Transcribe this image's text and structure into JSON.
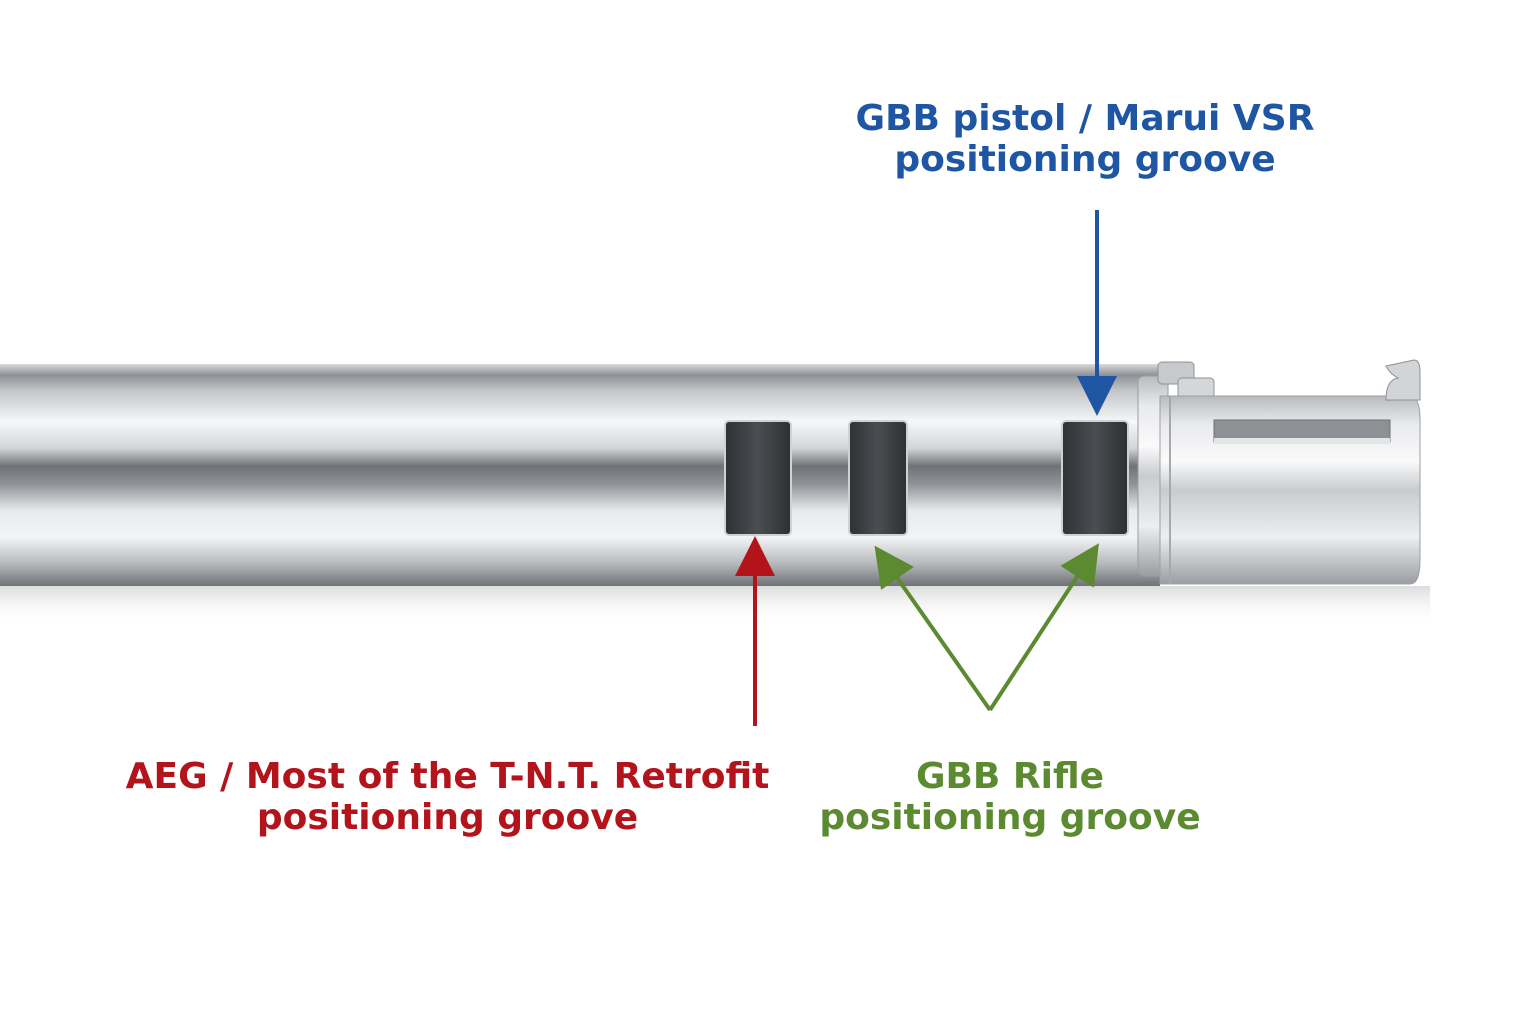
{
  "colors": {
    "blue": "#1f56a3",
    "red": "#b3141c",
    "green": "#5b8a31",
    "groove": "#3c3f42",
    "steel_light": "#f4f5f6",
    "steel_dark": "#7d8085"
  },
  "labels": {
    "gbb_pistol": {
      "line1": "GBB pistol / Marui VSR",
      "line2": "positioning groove"
    },
    "aeg": {
      "line1": "AEG / Most of the T-N.T. Retrofit",
      "line2": "positioning groove"
    },
    "gbb_rifle": {
      "line1": "GBB Rifle",
      "line2": "positioning groove"
    }
  }
}
